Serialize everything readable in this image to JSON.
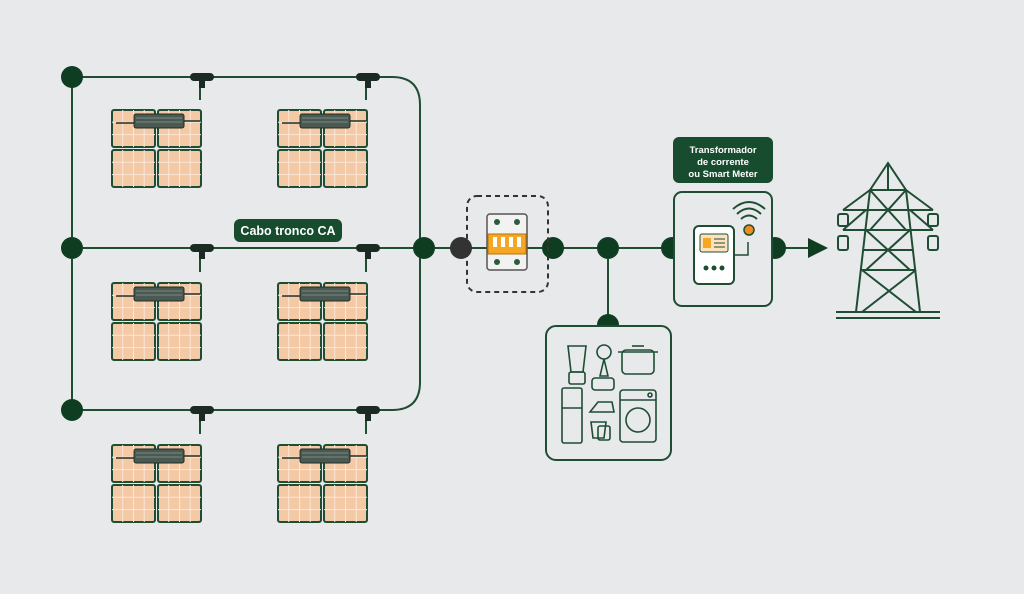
{
  "labels": {
    "trunk_cable": "Cabo tronco CA",
    "meter_line1": "Transformador",
    "meter_line2": "de corrente",
    "meter_line3": "ou Smart Meter"
  },
  "colors": {
    "background": "#e8e9eb",
    "line": "#1f4d34",
    "node": "#0f3d22",
    "label_bg": "#174d2e",
    "label_text": "#ffffff",
    "panel_fill": "#f3c9a6",
    "panel_stroke": "#1f4d34",
    "breaker_orange": "#f5a623",
    "accent_orange": "#f08c1e",
    "grid_node": "#333333"
  },
  "icons": {
    "solar_panel": "solar-panel-icon",
    "microinverter": "microinverter-icon",
    "breaker": "circuit-breaker-icon",
    "appliances": "household-appliances-icon",
    "smart_meter": "smart-meter-icon",
    "wifi": "wifi-icon",
    "tower": "transmission-tower-icon"
  }
}
